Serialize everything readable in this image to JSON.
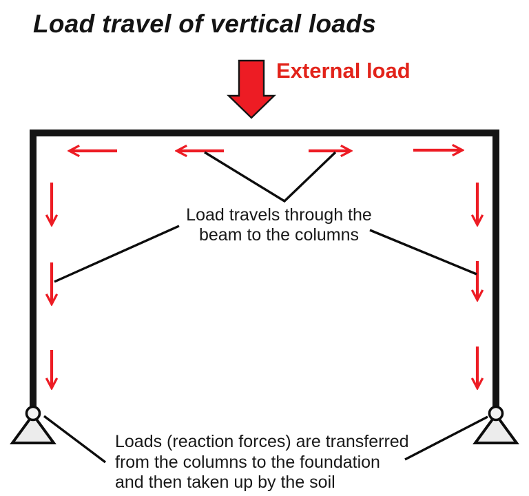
{
  "title": "Load travel of vertical loads",
  "external_load": {
    "label": "External load"
  },
  "notes": {
    "beam": {
      "lines": [
        "Load travels through the",
        "beam to the columns"
      ]
    },
    "foundation": {
      "lines": [
        "Loads (reaction forces) are transferred",
        "from the columns to the foundation",
        "and then taken up by the soil"
      ]
    }
  },
  "colors": {
    "arrow_red": "#ed1c24",
    "text_red": "#e2231a",
    "ink": "#141414",
    "support_fill": "#ececec"
  },
  "icons": {
    "external_load_arrow": "thick-down-arrow-icon",
    "beam_arrows": "red-horizontal-arrow-icons",
    "column_arrows": "red-down-arrow-icons",
    "supports": "pinned-support-icon"
  }
}
